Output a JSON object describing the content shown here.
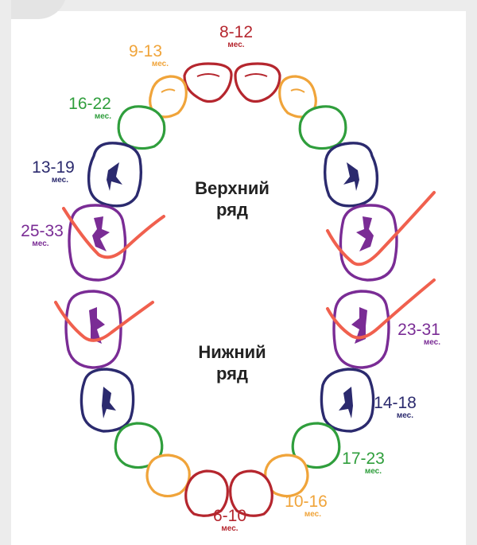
{
  "colors": {
    "red": "#b5262e",
    "orange": "#f0a43a",
    "green": "#2f9e3c",
    "navy": "#2b2a6e",
    "purple": "#7a2c95",
    "annotation": "#f0604e"
  },
  "upper_row": {
    "title": "Верхний",
    "subtitle": "ряд"
  },
  "lower_row": {
    "title": "Нижний",
    "subtitle": "ряд"
  },
  "labels": {
    "upper_incisors": {
      "months": "8-12",
      "unit": "мес."
    },
    "upper_lateral": {
      "months": "9-13",
      "unit": "мес."
    },
    "upper_canine": {
      "months": "16-22",
      "unit": "мес."
    },
    "upper_first_molar": {
      "months": "13-19",
      "unit": "мес."
    },
    "upper_second_molar": {
      "months": "25-33",
      "unit": "мес."
    },
    "lower_second_molar": {
      "months": "23-31",
      "unit": "мес."
    },
    "lower_first_molar": {
      "months": "14-18",
      "unit": "мес."
    },
    "lower_canine": {
      "months": "17-23",
      "unit": "мес."
    },
    "lower_lateral": {
      "months": "10-16",
      "unit": "мес."
    },
    "lower_incisors": {
      "months": "6-10",
      "unit": "мес."
    }
  }
}
